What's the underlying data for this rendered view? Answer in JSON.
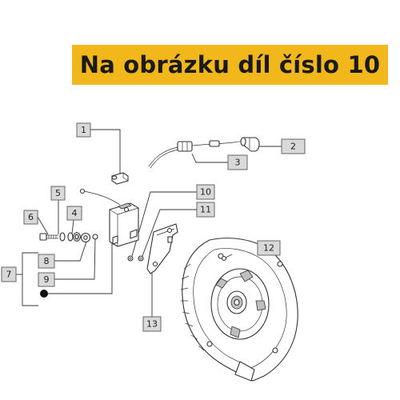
{
  "banner": {
    "text": "Na obrázku díl číslo 10",
    "color": "#f2b71b"
  },
  "callouts": [
    "1",
    "2",
    "3",
    "4",
    "5",
    "6",
    "7",
    "8",
    "9",
    "10",
    "11",
    "12",
    "13"
  ]
}
